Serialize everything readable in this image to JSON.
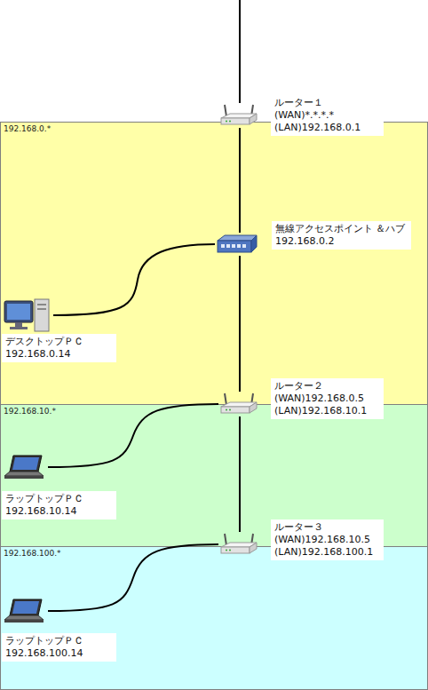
{
  "diagram": {
    "nodes": [
      {
        "text": [
          "192.168.0.*"
        ]
      },
      {
        "text": [
          "192.168.10.*"
        ]
      },
      {
        "text": [
          "192.168.100.*"
        ]
      },
      {
        "text": [
          "ルーター１",
          "(WAN)*.*.*.*",
          "(LAN)192.168.0.1"
        ]
      },
      {
        "text": [
          "無線アクセスポイント ＆ハブ",
          "192.168.0.2"
        ],
        "in": 0
      },
      {
        "text": [
          "デスクトップＰＣ",
          "192.168.0.14"
        ],
        "in": 0
      },
      {
        "text": [
          "ルーター２",
          "(WAN)192.168.0.5",
          "(LAN)192.168.10.1"
        ]
      },
      {
        "text": [
          "ラップトップＰＣ",
          "192.168.10.14"
        ],
        "in": 1
      },
      {
        "text": [
          "ルーター３",
          "(WAN)192.168.10.5",
          "(LAN)192.168.100.1"
        ]
      },
      {
        "text": [
          "ラップトップＰＣ",
          "192.168.100.14"
        ],
        "in": 2
      }
    ],
    "edges": [
      {
        "from": 3,
        "to": 4,
        "arrow": "none"
      },
      {
        "from": 4,
        "to": 5,
        "arrow": "none"
      },
      {
        "from": 4,
        "to": 6,
        "arrow": "none"
      },
      {
        "from": 6,
        "to": 7,
        "arrow": "none"
      },
      {
        "from": 6,
        "to": 8,
        "arrow": "none"
      },
      {
        "from": 8,
        "to": 9,
        "arrow": "none"
      }
    ]
  }
}
